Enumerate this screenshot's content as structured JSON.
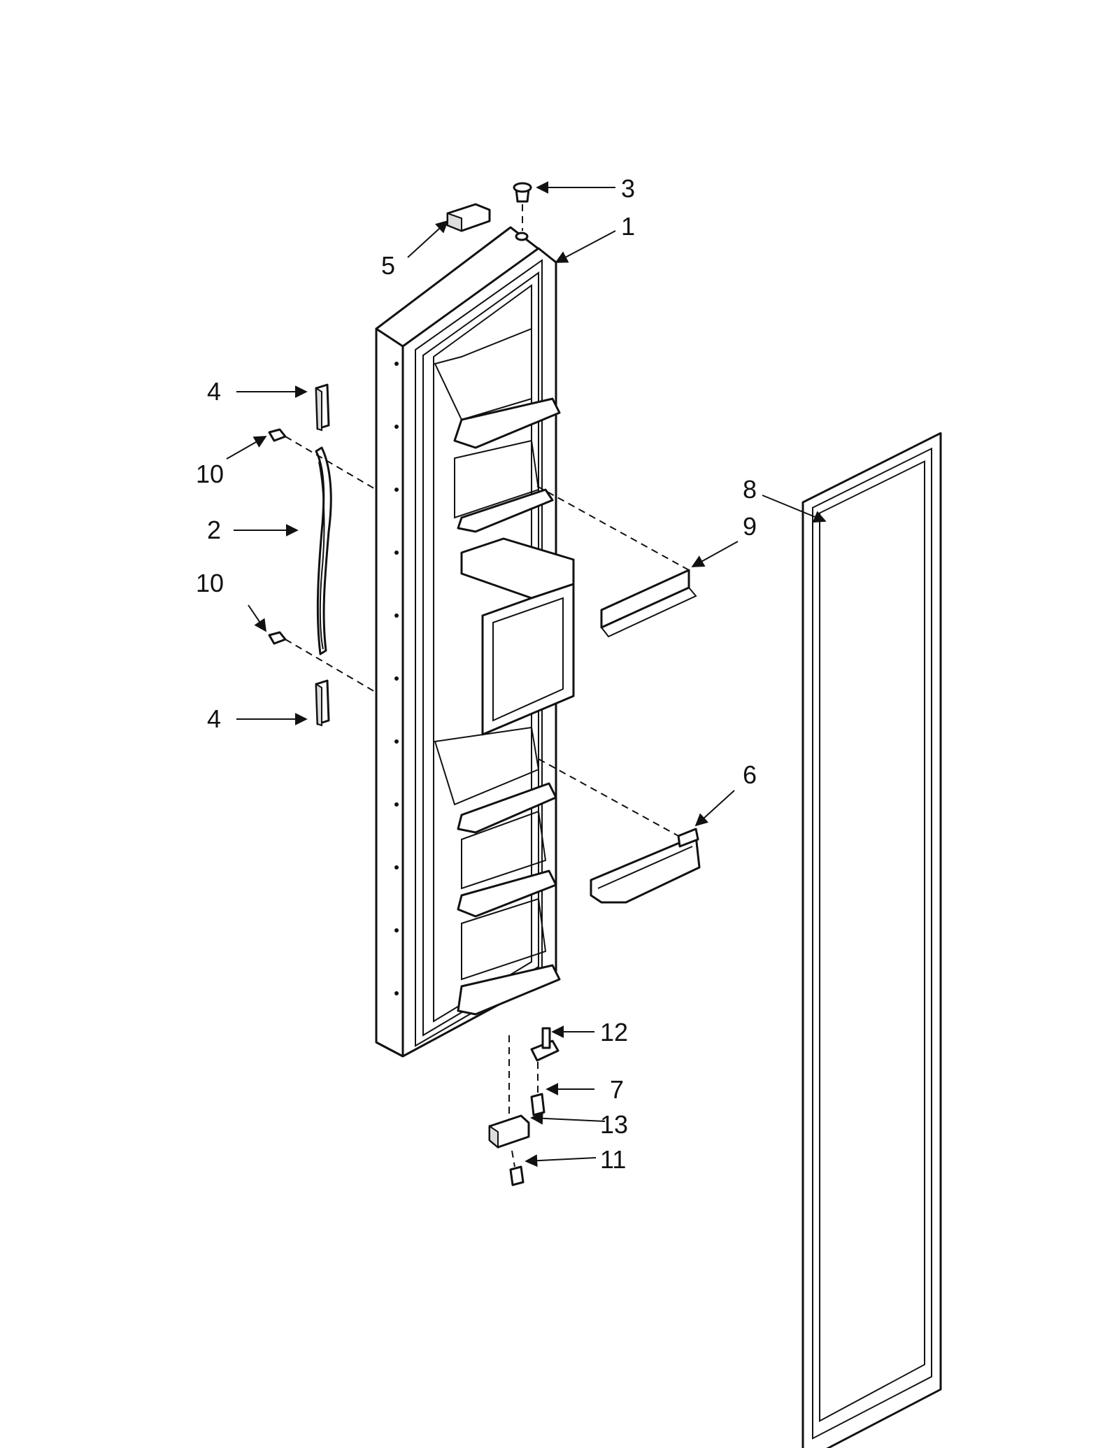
{
  "diagram": {
    "callouts": [
      {
        "id": "c1",
        "label": "1"
      },
      {
        "id": "c2",
        "label": "2"
      },
      {
        "id": "c3",
        "label": "3"
      },
      {
        "id": "c4a",
        "label": "4"
      },
      {
        "id": "c4b",
        "label": "4"
      },
      {
        "id": "c5",
        "label": "5"
      },
      {
        "id": "c6",
        "label": "6"
      },
      {
        "id": "c7",
        "label": "7"
      },
      {
        "id": "c8",
        "label": "8"
      },
      {
        "id": "c9",
        "label": "9"
      },
      {
        "id": "c10a",
        "label": "10"
      },
      {
        "id": "c10b",
        "label": "10"
      },
      {
        "id": "c11",
        "label": "11"
      },
      {
        "id": "c12",
        "label": "12"
      },
      {
        "id": "c13",
        "label": "13"
      }
    ]
  }
}
